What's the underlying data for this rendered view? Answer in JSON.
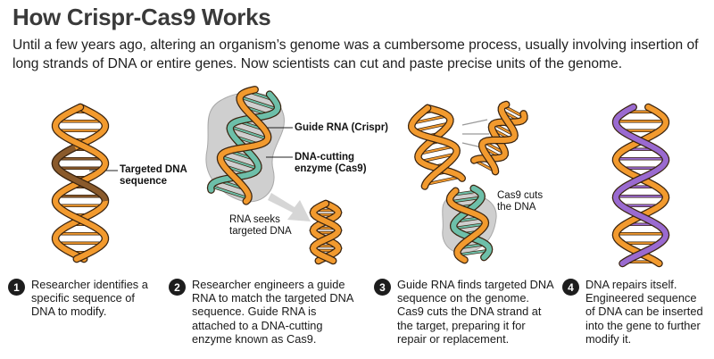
{
  "title": "How Crispr-Cas9 Works",
  "intro": "Until a few years ago, altering an organism’s genome was a cumbersome process, usually involving insertion of long strands of DNA or entire genes. Now scientists can cut and paste precise units of the genome.",
  "colors": {
    "dna_orange": "#f29a2e",
    "dna_outline": "#3a2410",
    "targeted_brown": "#8a5a2b",
    "guide_rna_teal": "#6dbfa9",
    "enzyme_gray": "#cfcfcf",
    "repair_purple": "#9a6ad0",
    "step_badge": "#1d1d1d"
  },
  "labels": {
    "targeted_dna": "Targeted DNA sequence",
    "guide_rna": "Guide RNA (Crispr)",
    "dna_enzyme": "DNA-cutting enzyme (Cas9)",
    "rna_seeks": "RNA seeks targeted  DNA",
    "cas9_cuts": "Cas9 cuts the DNA"
  },
  "steps": [
    {
      "number": "1",
      "text": "Researcher identifies a specific sequence of DNA to modify."
    },
    {
      "number": "2",
      "text": "Researcher engineers a guide RNA to match the targeted DNA sequence. Guide RNA is attached to a DNA-cutting enzyme known as Cas9."
    },
    {
      "number": "3",
      "text": "Guide RNA finds targeted DNA sequence on the genome. Cas9 cuts the DNA strand at the target, preparing it for repair or replacement."
    },
    {
      "number": "4",
      "text": "DNA repairs itself. Engineered sequence of DNA can be inserted into the gene to further modify it."
    }
  ]
}
